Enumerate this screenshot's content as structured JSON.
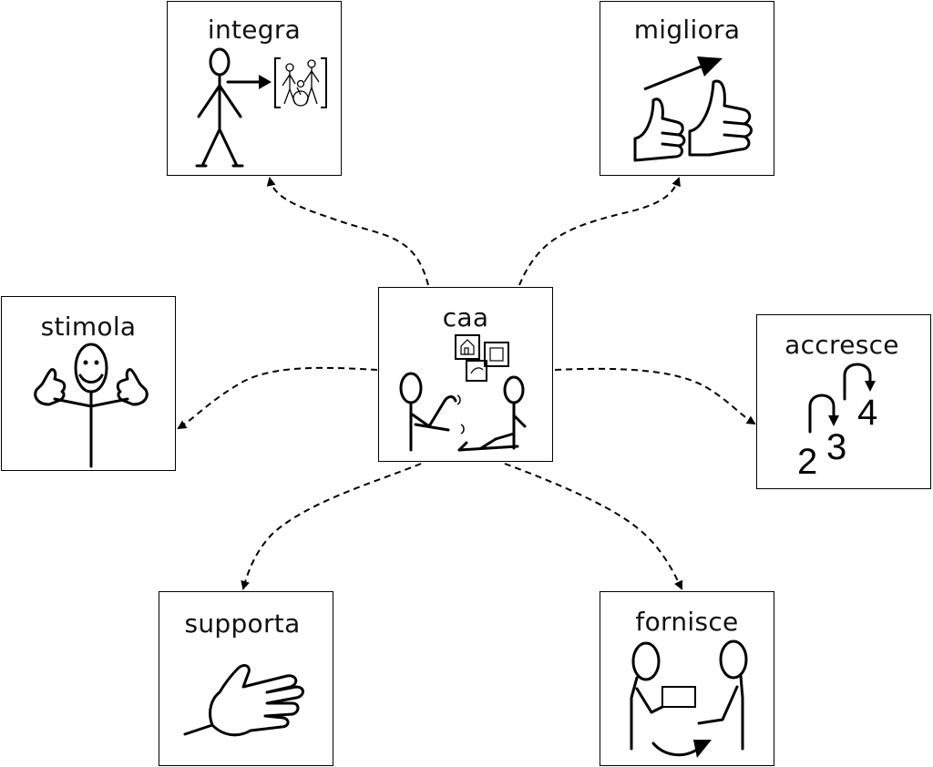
{
  "center": {
    "label": "caa"
  },
  "nodes": {
    "integra": {
      "label": "integra",
      "icon": "person-arrow-group-icon"
    },
    "migliora": {
      "label": "migliora",
      "icon": "thumbs-up-rising-arrow-icon"
    },
    "stimola": {
      "label": "stimola",
      "icon": "smiling-person-thumbs-up-icon"
    },
    "accresce": {
      "label": "accresce",
      "icon": "increasing-numbers-icon",
      "numbers": [
        "2",
        "3",
        "4"
      ]
    },
    "supporta": {
      "label": "supporta",
      "icon": "supporting-hand-icon"
    },
    "fornisce": {
      "label": "fornisce",
      "icon": "two-people-exchange-icon"
    }
  },
  "edge_style": "dashed-arrow",
  "colors": {
    "stroke": "#000000",
    "background": "#ffffff"
  }
}
